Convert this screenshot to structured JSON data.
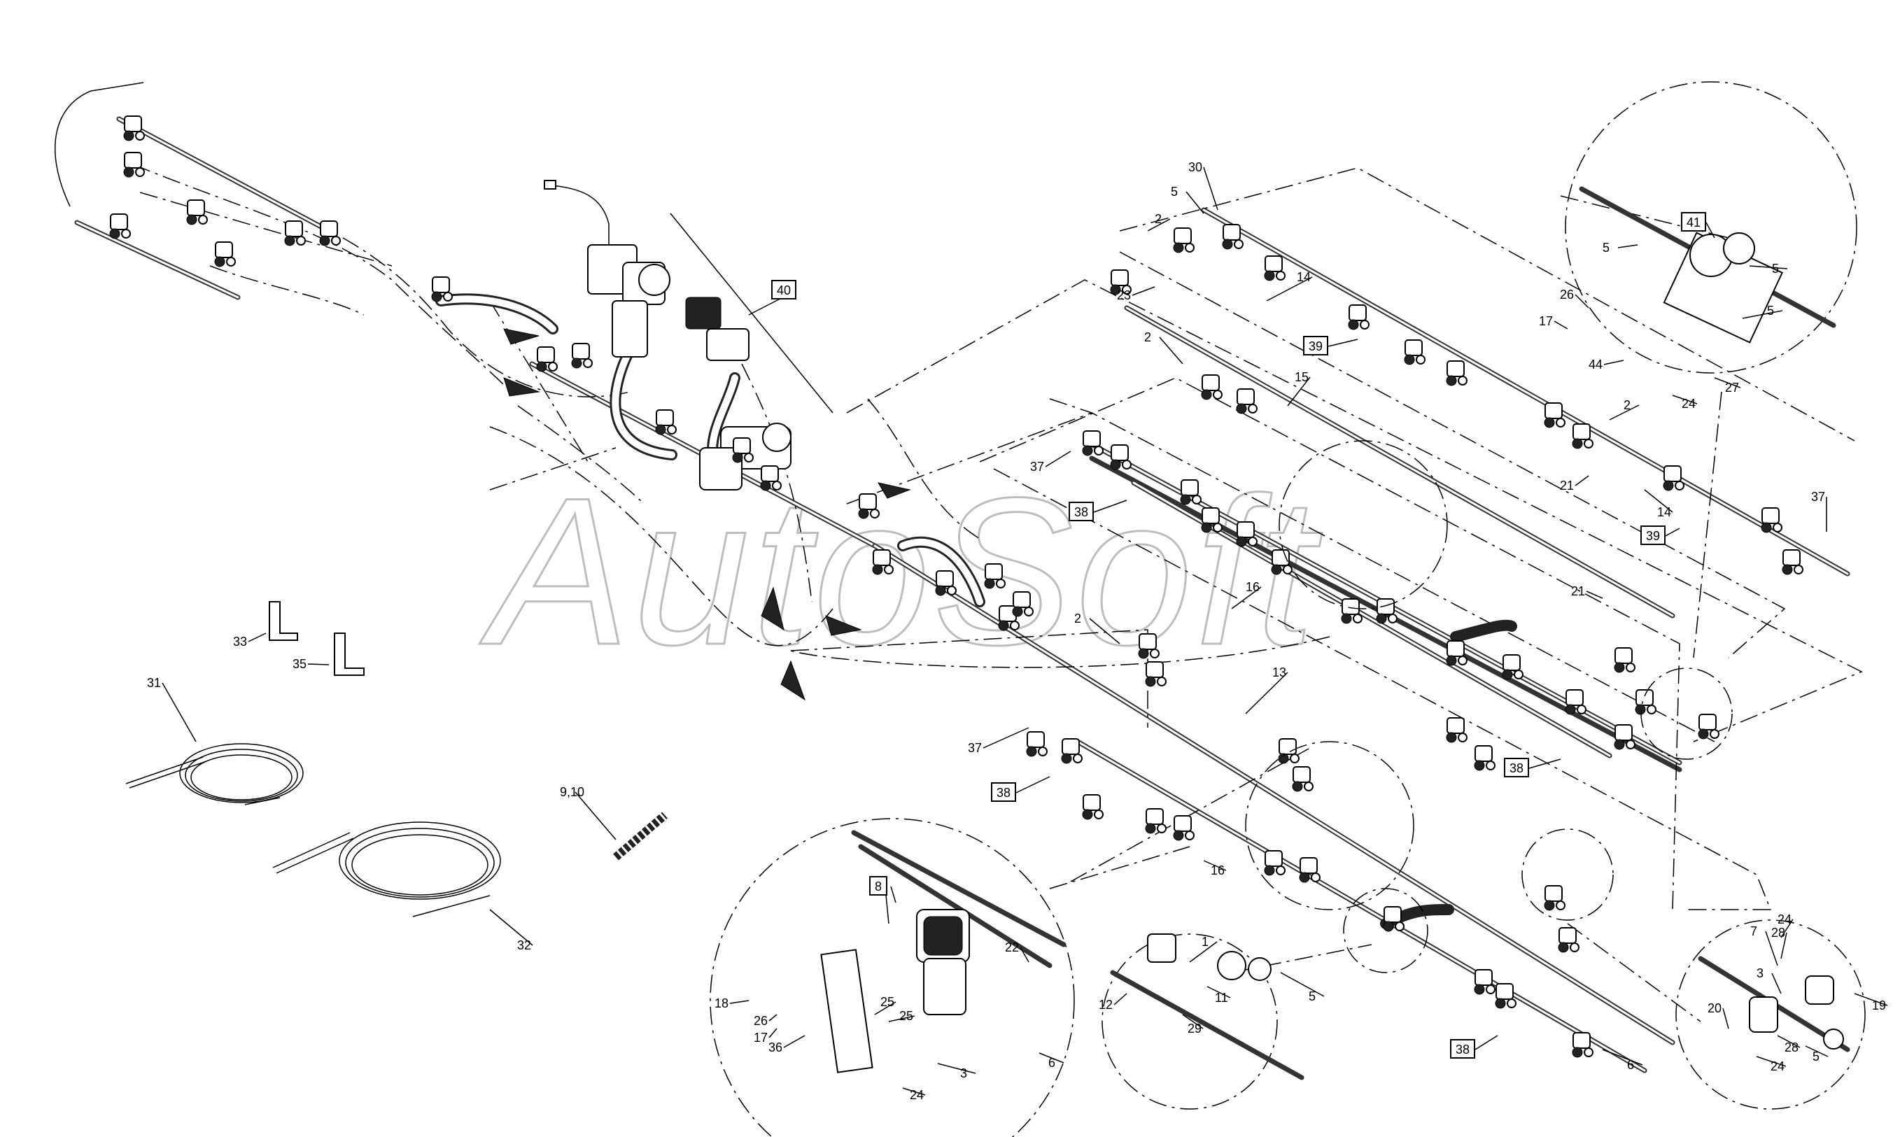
{
  "watermark": "AutoSoft",
  "callouts": [
    {
      "label": "1"
    },
    {
      "label": "2"
    },
    {
      "label": "2"
    },
    {
      "label": "2"
    },
    {
      "label": "2"
    },
    {
      "label": "3"
    },
    {
      "label": "3"
    },
    {
      "label": "5"
    },
    {
      "label": "5"
    },
    {
      "label": "5"
    },
    {
      "label": "5"
    },
    {
      "label": "5"
    },
    {
      "label": "5"
    },
    {
      "label": "6"
    },
    {
      "label": "6"
    },
    {
      "label": "6"
    },
    {
      "label": "7"
    },
    {
      "label": "9,10"
    },
    {
      "label": "11"
    },
    {
      "label": "12"
    },
    {
      "label": "13"
    },
    {
      "label": "14"
    },
    {
      "label": "14"
    },
    {
      "label": "15"
    },
    {
      "label": "16"
    },
    {
      "label": "16"
    },
    {
      "label": "17"
    },
    {
      "label": "17"
    },
    {
      "label": "18"
    },
    {
      "label": "19"
    },
    {
      "label": "20"
    },
    {
      "label": "21"
    },
    {
      "label": "21"
    },
    {
      "label": "22"
    },
    {
      "label": "23"
    },
    {
      "label": "24"
    },
    {
      "label": "24"
    },
    {
      "label": "24"
    },
    {
      "label": "24"
    },
    {
      "label": "25"
    },
    {
      "label": "25"
    },
    {
      "label": "26"
    },
    {
      "label": "26"
    },
    {
      "label": "27"
    },
    {
      "label": "28"
    },
    {
      "label": "28"
    },
    {
      "label": "29"
    },
    {
      "label": "30"
    },
    {
      "label": "31"
    },
    {
      "label": "32"
    },
    {
      "label": "33"
    },
    {
      "label": "35"
    },
    {
      "label": "36"
    },
    {
      "label": "37"
    },
    {
      "label": "37"
    },
    {
      "label": "37"
    },
    {
      "label": "44"
    }
  ],
  "boxed_callouts": [
    {
      "label": "40"
    },
    {
      "label": "41"
    },
    {
      "label": "39"
    },
    {
      "label": "39"
    },
    {
      "label": "38"
    },
    {
      "label": "38"
    },
    {
      "label": "38"
    },
    {
      "label": "38"
    },
    {
      "label": "8"
    }
  ]
}
